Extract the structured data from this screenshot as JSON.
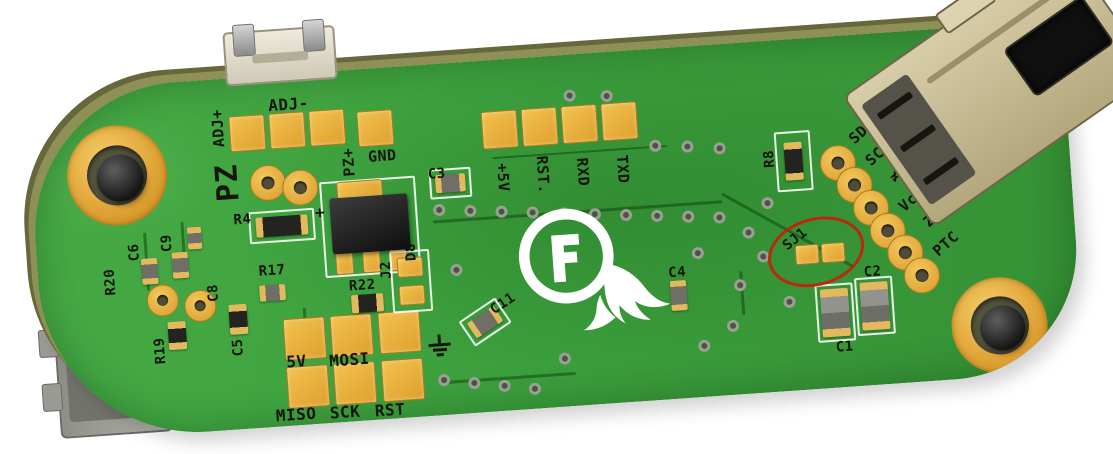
{
  "colors": {
    "background": "#ffffff",
    "board_green": "#3ca03d",
    "pad_gold": "#e2a93f",
    "silkscreen": "#15150d",
    "annotation_red": "#c81e0a"
  },
  "silk": {
    "adj": {
      "minus": "ADJ-",
      "plus": "ADJ+",
      "pz": "PZ",
      "pz_plus": "PZ+",
      "gnd": "GND"
    },
    "designators": {
      "r4": "R4",
      "plus": "+",
      "d8": "D8",
      "c3": "C3",
      "r22": "R22",
      "j2": "J2",
      "c11": "C11",
      "c4": "C4",
      "r8": "R8",
      "sj1": "SJ1",
      "c1": "C1",
      "c2": "C2",
      "c6": "C6",
      "c9": "C9",
      "r20": "R20",
      "r19": "R19",
      "c8": "C8",
      "c5": "C5",
      "r17": "R17"
    },
    "serial": [
      "+5V",
      "RST.",
      "RXD",
      "TXD"
    ],
    "right": [
      "SDA",
      "SCL",
      "≠",
      "Vcc",
      "Z",
      "PTC"
    ],
    "isp_top": [
      "5V",
      "MOSI"
    ],
    "isp_bottom": [
      "MISO",
      "SCK",
      "RST"
    ]
  }
}
